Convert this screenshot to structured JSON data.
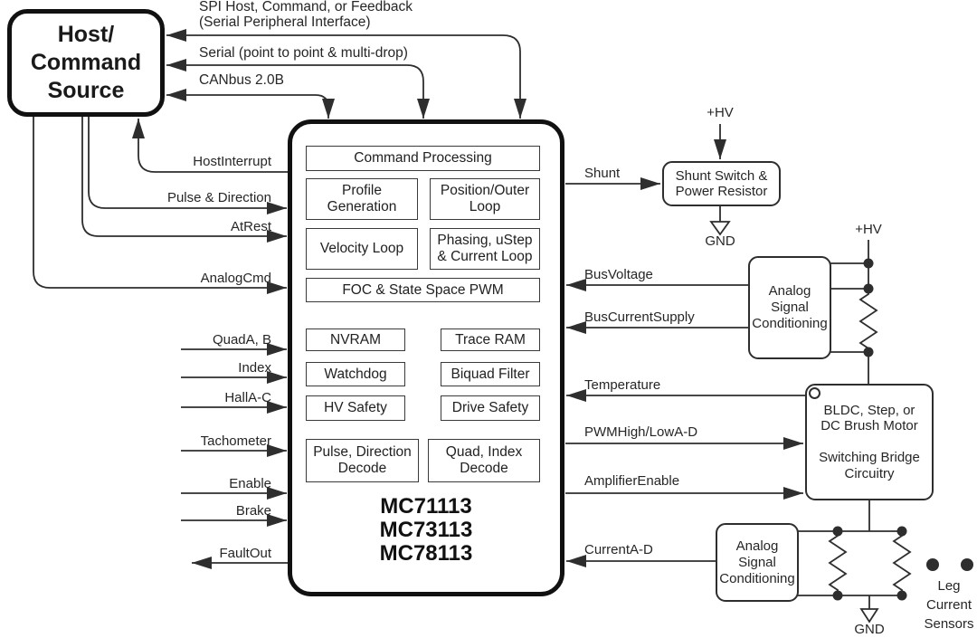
{
  "host": {
    "label": "Host/\nCommand\nSource"
  },
  "bus_labels": {
    "spi_line1": "SPI Host, Command, or Feedback",
    "spi_line2": "(Serial Peripheral Interface)",
    "serial": "Serial (point to point & multi-drop)",
    "canbus": "CANbus 2.0B"
  },
  "left_signals": {
    "host_interrupt": "HostInterrupt",
    "pulse_direction": "Pulse & Direction",
    "at_rest": "AtRest",
    "analog_cmd": "AnalogCmd",
    "quad_ab": "QuadA, B",
    "index": "Index",
    "hall": "HallA-C",
    "tachometer": "Tachometer",
    "enable": "Enable",
    "brake": "Brake",
    "fault_out": "FaultOut"
  },
  "right_signals": {
    "shunt": "Shunt",
    "bus_voltage": "BusVoltage",
    "bus_current_supply": "BusCurrentSupply",
    "temperature": "Temperature",
    "pwm": "PWMHigh/LowA-D",
    "amplifier_enable": "AmplifierEnable",
    "current_ad": "CurrentA-D"
  },
  "chip": {
    "blocks": {
      "command_processing": "Command Processing",
      "profile_generation": "Profile\nGeneration",
      "position_outer_loop": "Position/Outer\nLoop",
      "velocity_loop": "Velocity Loop",
      "phasing_current_loop": "Phasing, uStep\n& Current Loop",
      "foc_pwm": "FOC & State Space PWM",
      "nvram": "NVRAM",
      "trace_ram": "Trace RAM",
      "watchdog": "Watchdog",
      "biquad_filter": "Biquad Filter",
      "hv_safety": "HV Safety",
      "drive_safety": "Drive Safety",
      "pulse_direction_decode": "Pulse, Direction\nDecode",
      "quad_index_decode": "Quad, Index\nDecode"
    },
    "part_numbers": "MC71113\nMC73113\nMC78113"
  },
  "peripherals": {
    "shunt_box": "Shunt Switch &\nPower Resistor",
    "asc_top": "Analog\nSignal\nConditioning",
    "asc_bottom": "Analog\nSignal\nConditioning",
    "motor_box": "BLDC, Step, or\nDC Brush Motor\n\nSwitching Bridge\nCircuitry",
    "leg_sensors": "Leg\nCurrent\nSensors"
  },
  "power": {
    "hv_top": "+HV",
    "gnd_top": "GND",
    "hv_right": "+HV",
    "gnd_bottom": "GND"
  },
  "colors": {
    "line": "#2e2e2e",
    "text": "#262626",
    "background": "#ffffff"
  }
}
